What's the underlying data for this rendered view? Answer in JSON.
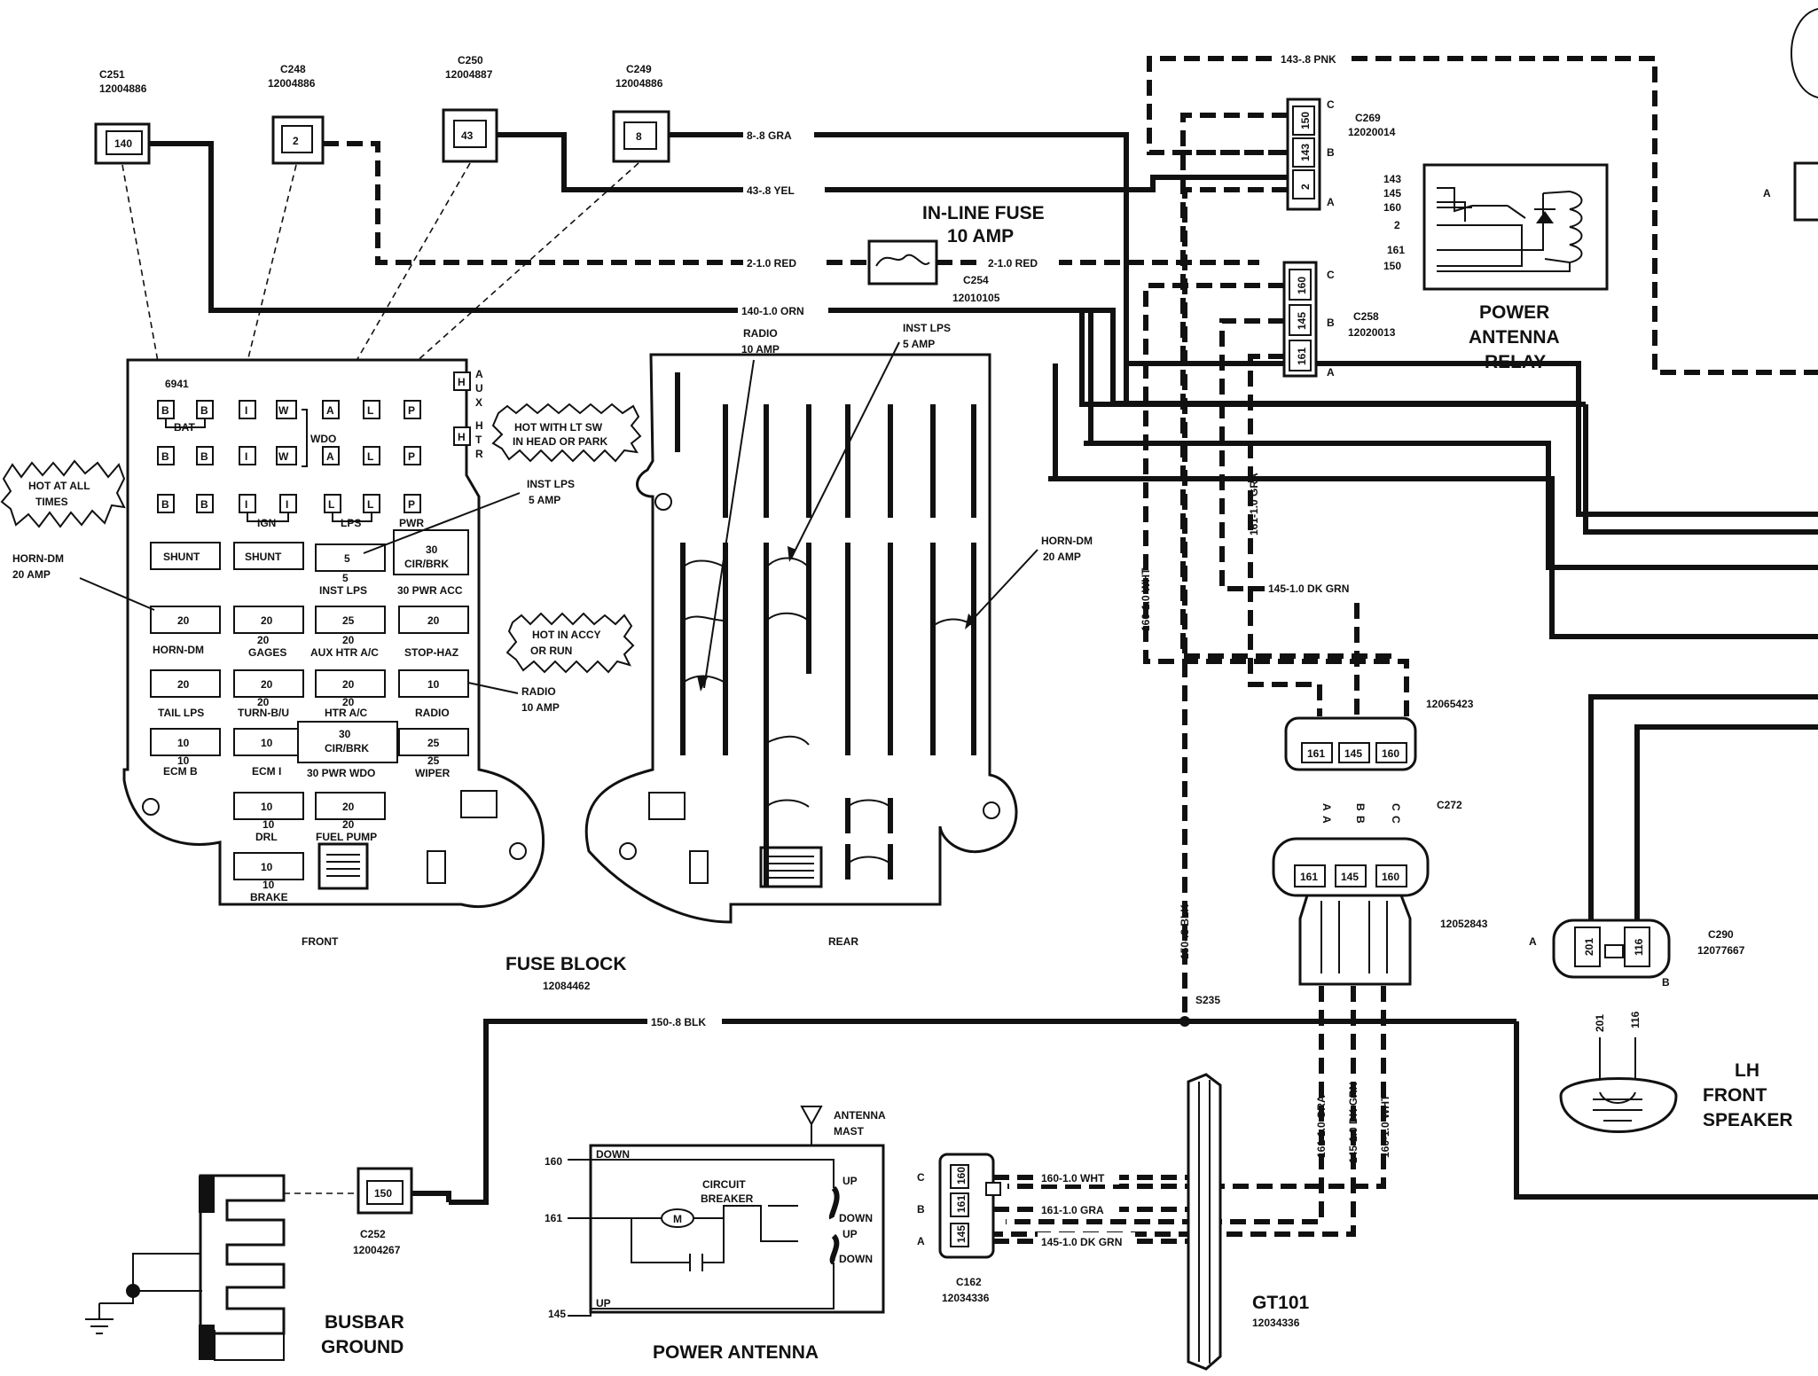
{
  "connectors": {
    "c251": {
      "name": "C251",
      "part": "12004886",
      "pin": "140"
    },
    "c248": {
      "name": "C248",
      "part": "12004886",
      "pin": "2"
    },
    "c250": {
      "name": "C250",
      "part": "12004887",
      "pin": "43"
    },
    "c249": {
      "name": "C249",
      "part": "12004886",
      "pin": "8"
    },
    "c254": {
      "name": "C254",
      "part": "12010105"
    },
    "c269": {
      "name": "C269",
      "part": "12020014",
      "pins": [
        "150",
        "143",
        "2"
      ],
      "letters": [
        "C",
        "B",
        "A"
      ]
    },
    "c258": {
      "name": "C258",
      "part": "12020013",
      "pins": [
        "160",
        "145",
        "161"
      ],
      "letters": [
        "C",
        "B",
        "A"
      ]
    },
    "c272": {
      "name": "C272",
      "part_top": "12065423",
      "part_bottom": "12052843",
      "pins": [
        "161",
        "145",
        "160"
      ],
      "letters_top": [
        "A",
        "B",
        "C"
      ],
      "letters_bottom": [
        "A",
        "B",
        "C"
      ]
    },
    "c290": {
      "name": "C290",
      "part": "12077667",
      "pins": [
        "201",
        "116"
      ],
      "letters": [
        "A",
        "B"
      ]
    },
    "c252": {
      "name": "C252",
      "part": "12004267",
      "pin": "150"
    },
    "c162": {
      "name": "C162",
      "part": "12034336",
      "pins": [
        "160",
        "161",
        "145"
      ],
      "letters": [
        "C",
        "B",
        "A"
      ]
    },
    "gt101": {
      "name": "GT101",
      "part": "12034336"
    },
    "s235": {
      "name": "S235"
    }
  },
  "wires": {
    "w_8gra": "8-.8 GRA",
    "w_43yel": "43-.8 YEL",
    "w_2red_a": "2-1.0 RED",
    "w_2red_b": "2-1.0 RED",
    "w_140orn": "140-1.0 ORN",
    "w_143pnk": "143-.8 PNK",
    "w_160wht": "160-1.0 WHT",
    "w_161gra": "161-1.0 GRA",
    "w_145dkgrn": "145-1.0 DK GRN",
    "w_150blk_v": "150-.8 BLK",
    "w_150blk_h": "150-.8 BLK",
    "w_161gra_v": "161-1.0 GRA",
    "w_145dkgrn_v": "145-1.0 DK GRN",
    "w_160wht_v": "160-1.0 WHT",
    "w_160wht_c": "160-1.0 WHT",
    "w_161gra_c": "161-1.0 GRA",
    "w_145dkgrn_c": "145-1.0 DK GRN"
  },
  "inline_fuse": {
    "title_line1": "IN-LINE FUSE",
    "title_line2": "10 AMP"
  },
  "relay": {
    "title_line1": "POWER",
    "title_line2": "ANTENNA",
    "title_line3": "RELAY",
    "pins": [
      "143",
      "145",
      "160",
      "2",
      "161",
      "150"
    ]
  },
  "fuse_block": {
    "title": "FUSE BLOCK",
    "part": "12084462",
    "front_label": "FRONT",
    "rear_label": "REAR",
    "code": "6941",
    "side_labels": [
      "A",
      "U",
      "X",
      "H",
      "T",
      "R"
    ],
    "row_labels": {
      "bat": "BAT",
      "wdo": "WDO",
      "ign": "IGN",
      "lps": "LPS",
      "pwr": "PWR"
    },
    "terminal_rows": [
      [
        "B",
        "B",
        "I",
        "W",
        "A",
        "L",
        "P"
      ],
      [
        "B",
        "B",
        "I",
        "W",
        "A",
        "L",
        "P"
      ],
      [
        "B",
        "B",
        "I",
        "I",
        "L",
        "L",
        "P"
      ]
    ],
    "aux_h": "H",
    "htr_h": "H",
    "fuses": {
      "shunt1": "SHUNT",
      "shunt2": "SHUNT",
      "inst_amp": "5",
      "inst_amp_sub": "5",
      "inst_label": "INST LPS",
      "cb30_amp": "30",
      "cb30_label": "CIR/BRK",
      "pwr_acc": "30 PWR ACC",
      "horn_amp": "20",
      "horn_label": "HORN-DM",
      "gages_amp": "20",
      "gages_sub": "20",
      "gages_label": "GAGES",
      "aux_amp": "25",
      "aux_sub": "20",
      "aux_label": "AUX HTR A/C",
      "stop_amp": "20",
      "stop_label": "STOP-HAZ",
      "tail_amp": "20",
      "tail_label": "TAIL LPS",
      "turn_amp": "20",
      "turn_sub": "20",
      "turn_label": "TURN-B/U",
      "htr_amp": "20",
      "htr_sub": "20",
      "htr_label": "HTR A/C",
      "radio_amp": "10",
      "radio_label": "RADIO",
      "ecmb_amp": "10",
      "ecmb_sub": "10",
      "ecmb_label": "ECM B",
      "ecmi_amp": "10",
      "ecmi_label": "ECM I",
      "cb30b_amp": "30",
      "cb30b_label": "CIR/BRK",
      "pwr_wdo": "30 PWR WDO",
      "wiper_amp": "25",
      "wiper_sub": "25",
      "wiper_label": "WIPER",
      "drl_amp": "10",
      "drl_sub": "10",
      "drl_label": "DRL",
      "fuel_amp": "20",
      "fuel_sub": "20",
      "fuel_label": "FUEL PUMP",
      "brake_amp": "10",
      "brake_sub": "10",
      "brake_label": "BRAKE"
    }
  },
  "callouts": {
    "hot_all": [
      "HOT AT ALL",
      "TIMES"
    ],
    "hot_lt": [
      "HOT WITH LT SW",
      "IN HEAD OR PARK"
    ],
    "hot_accy": [
      "HOT IN ACCY",
      "OR RUN"
    ],
    "horn_left": [
      "HORN-DM",
      "20 AMP"
    ],
    "inst_mid": [
      "INST LPS",
      "5 AMP"
    ],
    "radio_mid": [
      "RADIO",
      "10 AMP"
    ],
    "radio_top": [
      "RADIO",
      "10 AMP"
    ],
    "inst_top": [
      "INST LPS",
      "5 AMP"
    ],
    "horn_right": [
      "HORN-DM",
      "20 AMP"
    ]
  },
  "power_antenna": {
    "title": "POWER ANTENNA",
    "mast": [
      "ANTENNA",
      "MAST"
    ],
    "down": "DOWN",
    "up": "UP",
    "circuit_breaker": [
      "CIRCUIT",
      "BREAKER"
    ],
    "motor": "M",
    "pins": [
      "160",
      "161",
      "145"
    ],
    "switch_labels": [
      "UP",
      "DOWN",
      "UP",
      "DOWN"
    ]
  },
  "busbar": {
    "line1": "BUSBAR",
    "line2": "GROUND"
  },
  "speaker": {
    "line1": "LH",
    "line2": "FRONT",
    "line3": "SPEAKER",
    "pins": [
      "201",
      "116"
    ]
  },
  "edge_labels": {
    "a_right": "A"
  }
}
